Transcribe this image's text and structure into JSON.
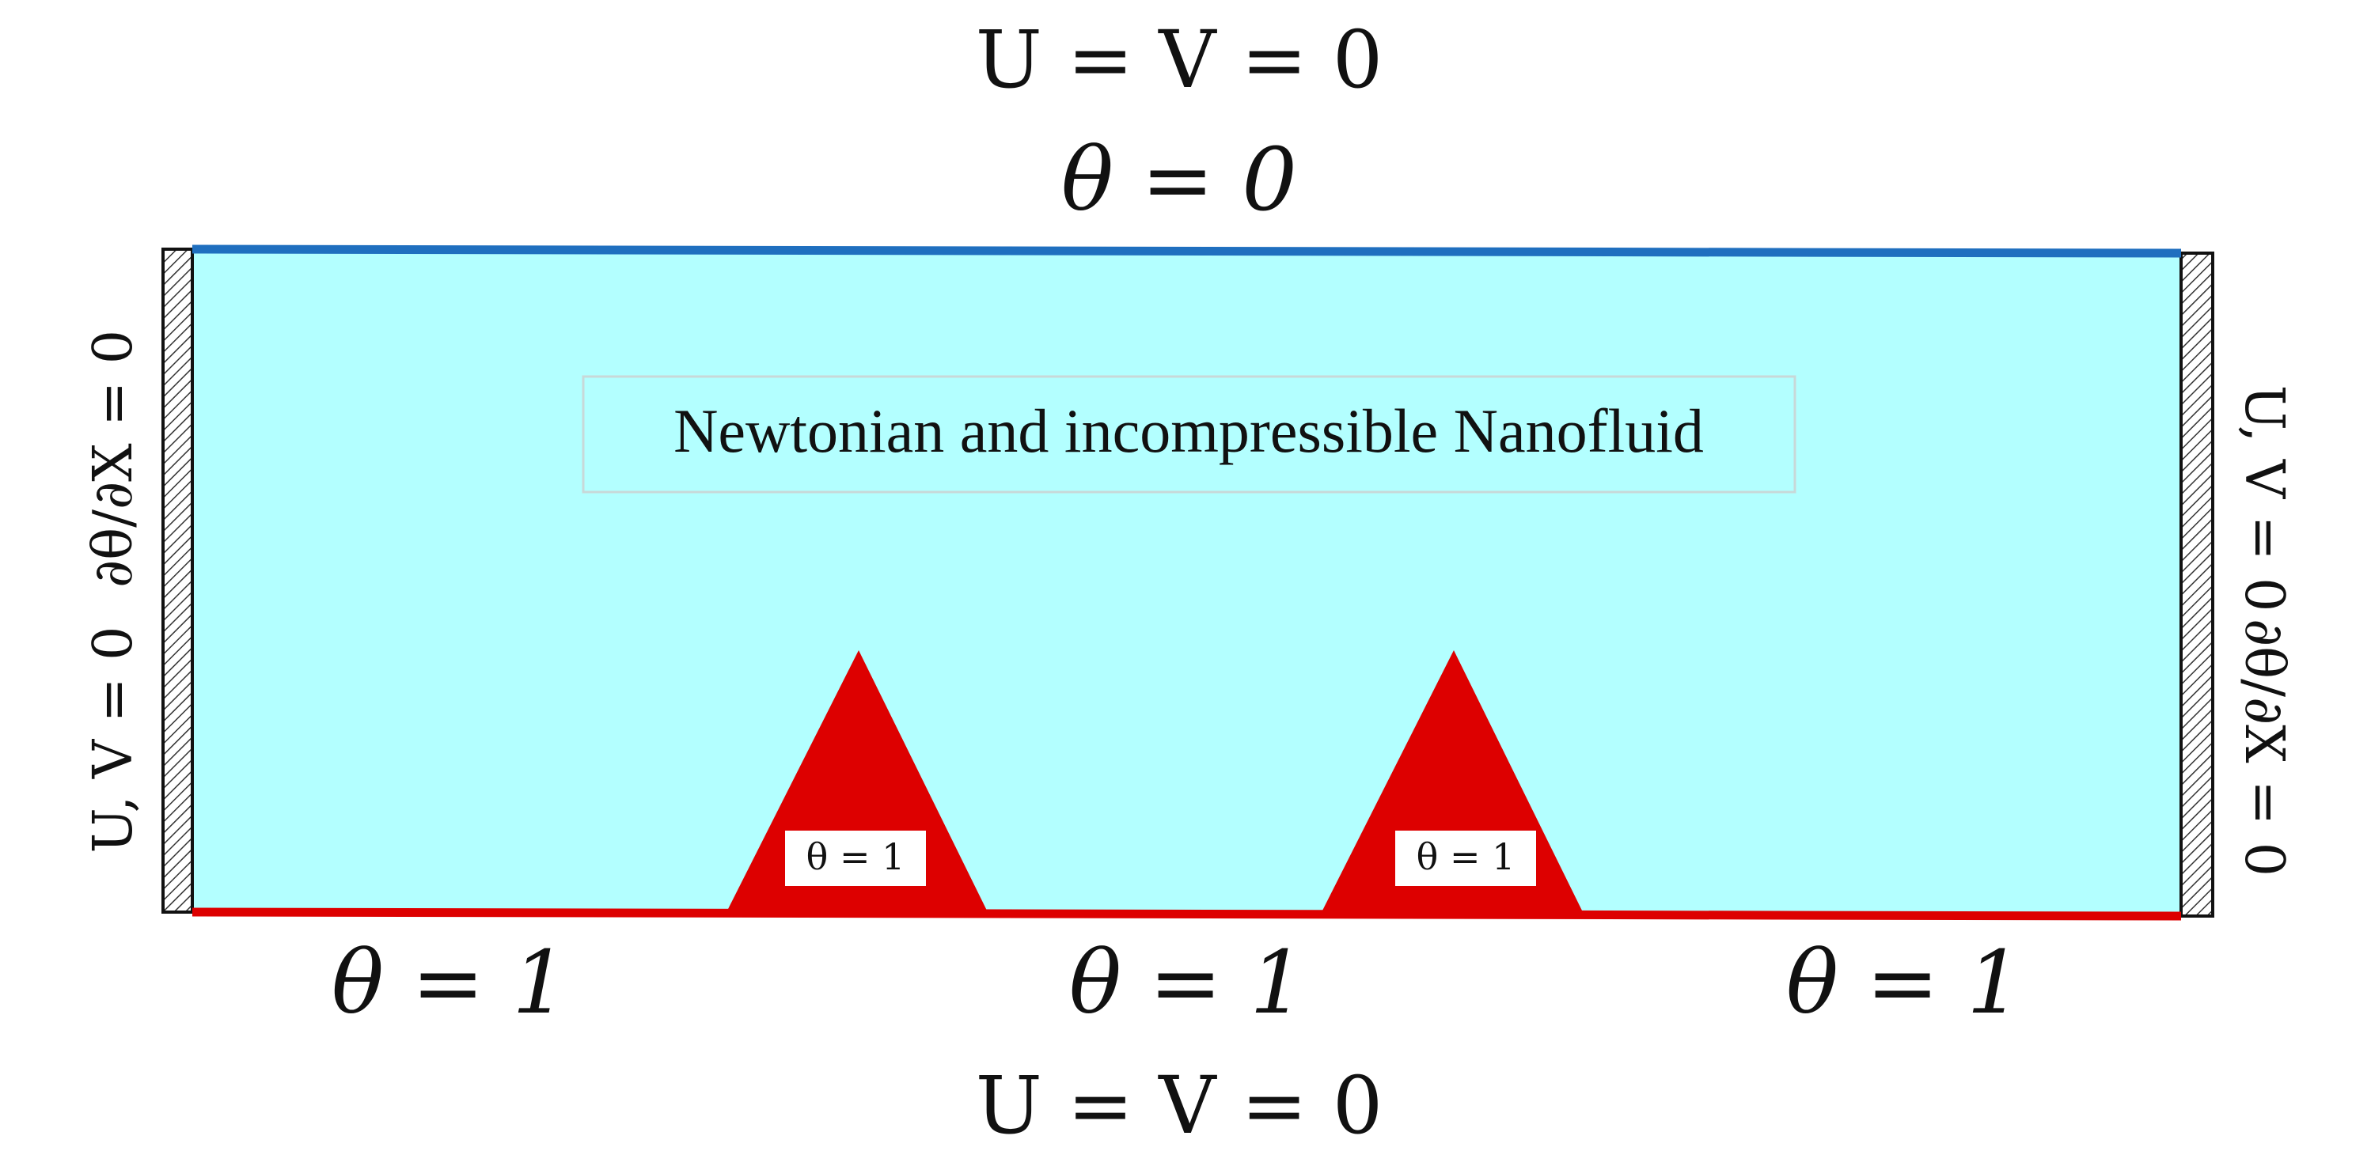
{
  "top": {
    "velocity": "U = V = 0",
    "temperature": "θ = 0"
  },
  "bottom": {
    "velocity": "U = V = 0",
    "temperature_left": "θ = 1",
    "temperature_middle": "θ = 1",
    "temperature_right": "θ = 1"
  },
  "left_wall": {
    "velocity": "U, V = 0",
    "gradient": "∂θ/∂X = 0"
  },
  "right_wall": {
    "velocity": "U, V = 0",
    "gradient": "∂θ/∂X = 0"
  },
  "fluid_label": "Newtonian and incompressible Nanofluid",
  "fins": [
    {
      "label": "θ = 1"
    },
    {
      "label": "θ = 1"
    }
  ],
  "colors": {
    "fluid": "#b3ffff",
    "hot": "#dd0000",
    "cold": "#1f6fbf",
    "wall": "#111111"
  }
}
